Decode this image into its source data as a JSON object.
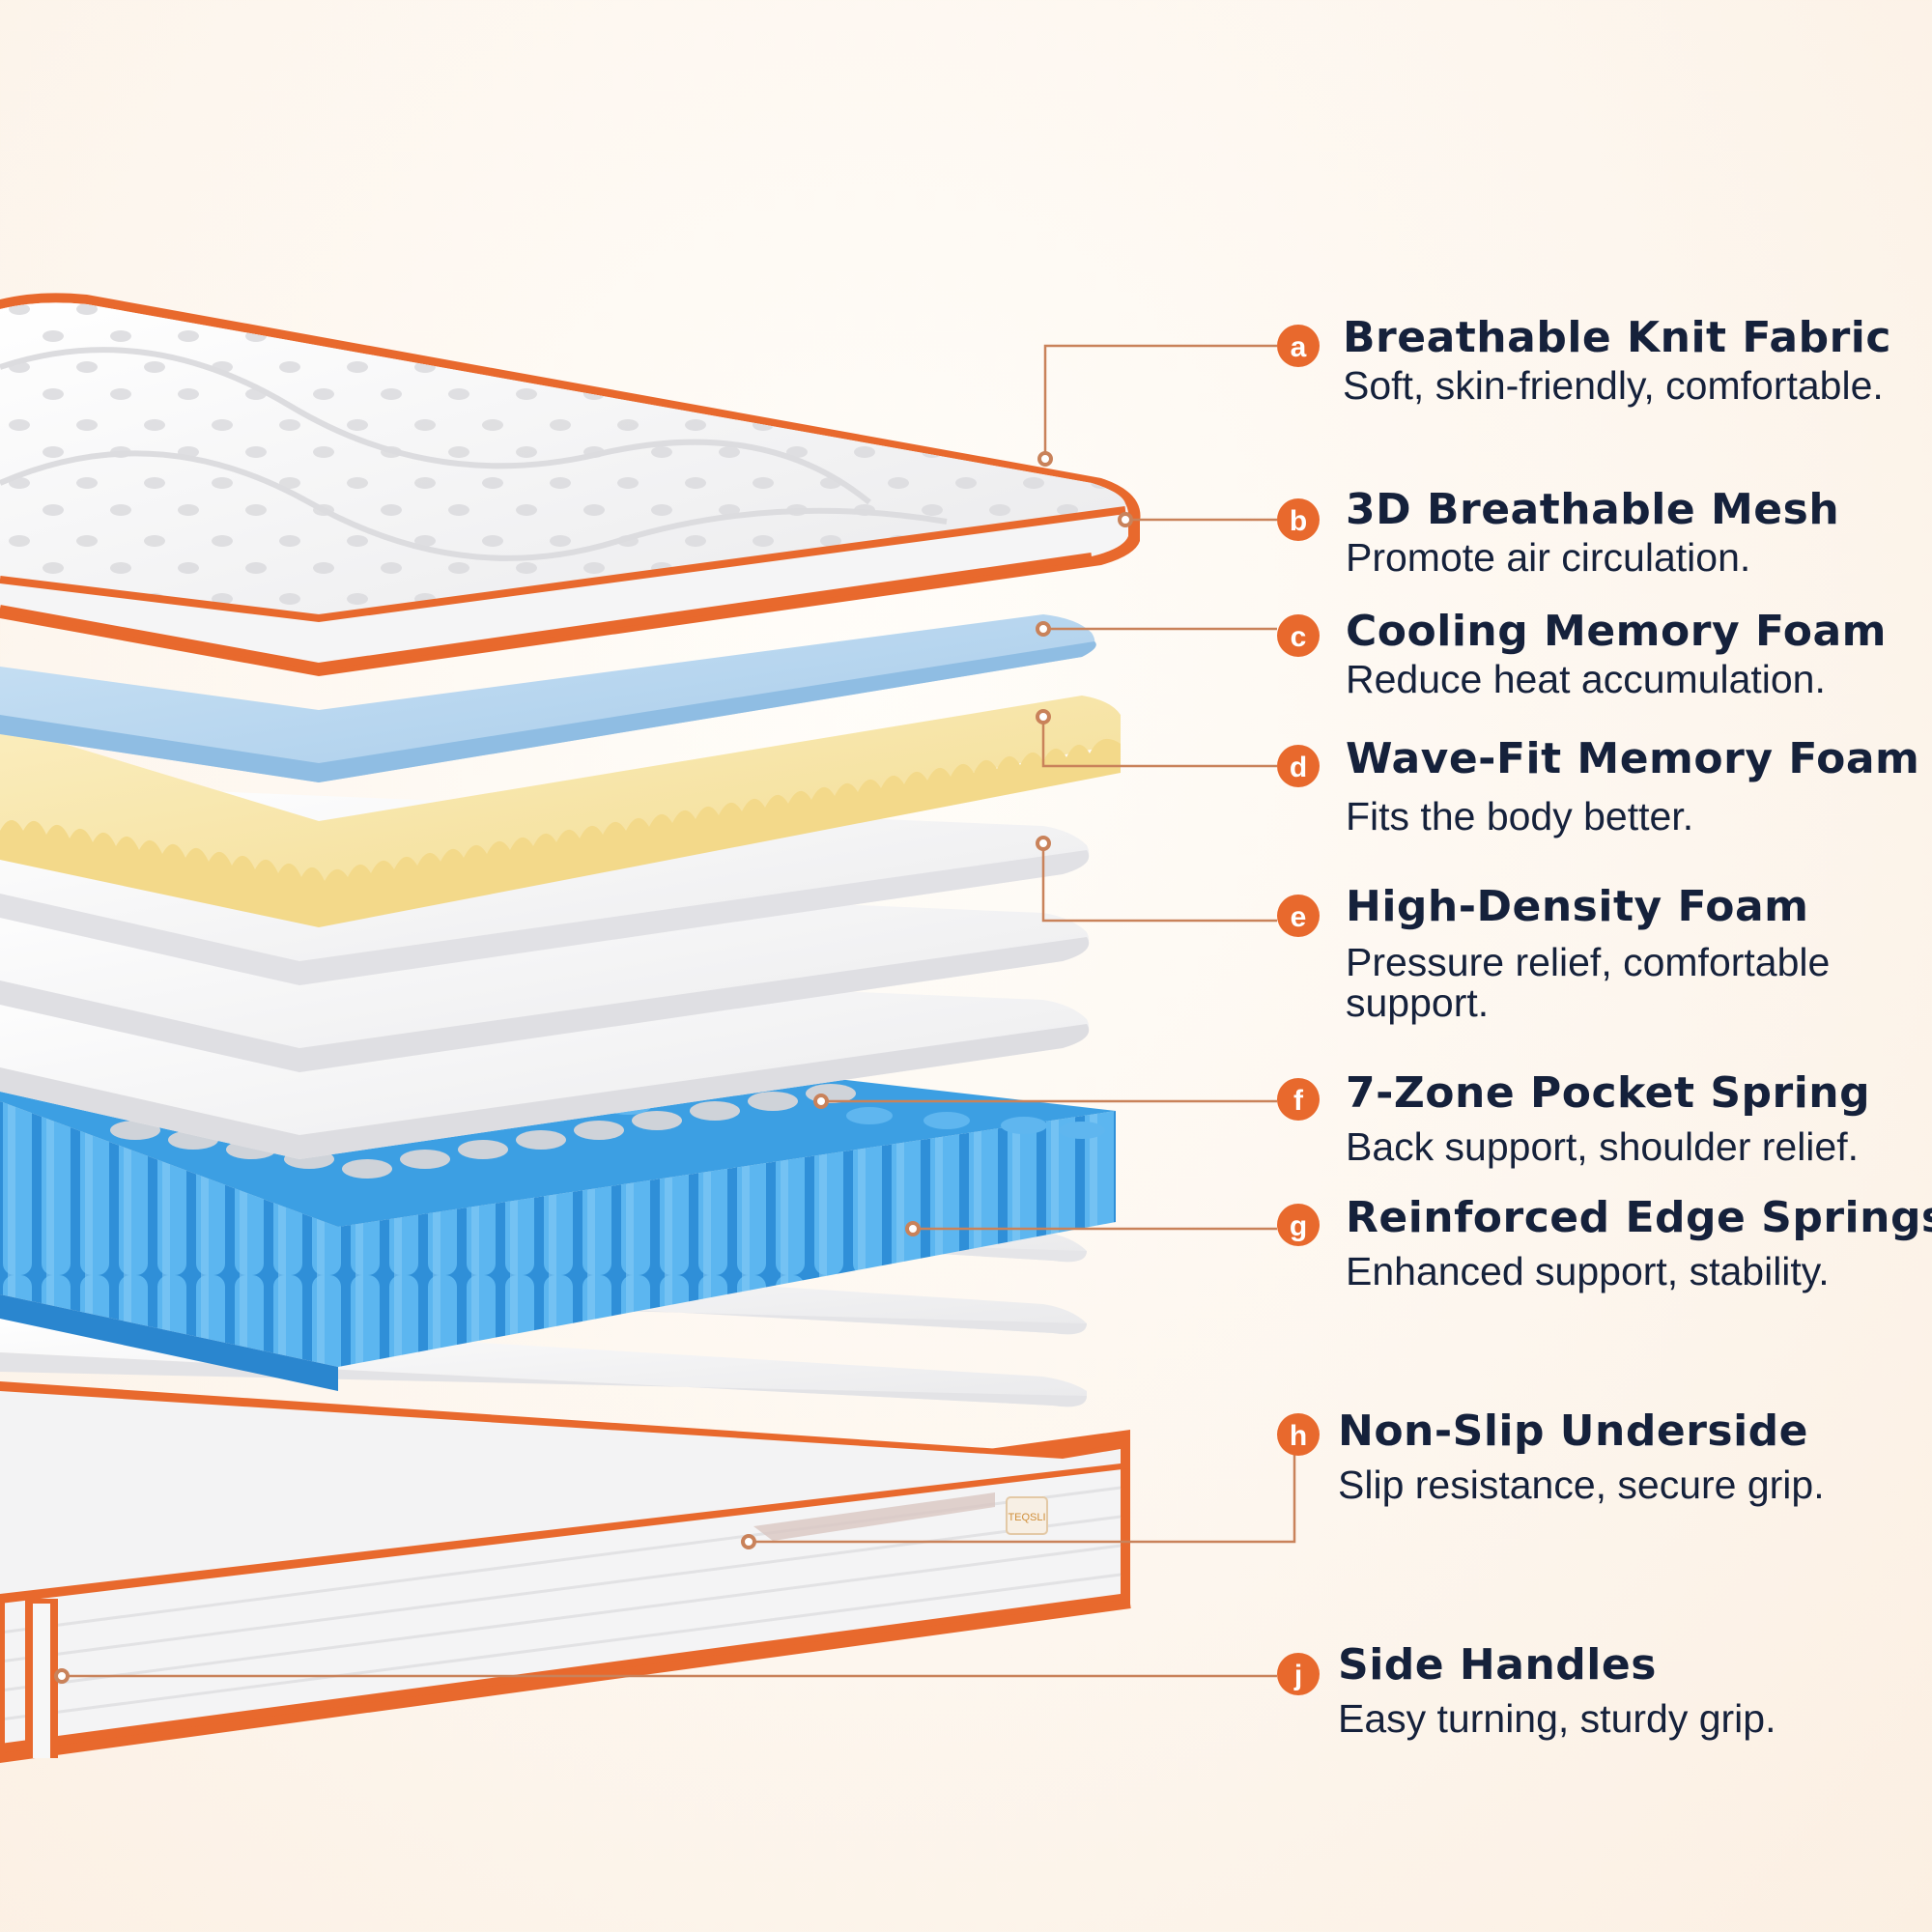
{
  "colors": {
    "accent": "#e8692d",
    "text": "#15213b",
    "cooling_foam": "#b3d4ee",
    "wave_foam": "#f8e6a6",
    "spring": "#3d9ee2",
    "fabric": "#f7f7f7"
  },
  "brand": "TEQSLI",
  "layers": [
    {
      "badge": "a",
      "title": "Breathable Knit Fabric",
      "desc": "Soft, skin-friendly, comfortable."
    },
    {
      "badge": "b",
      "title": "3D Breathable Mesh",
      "desc": "Promote air circulation."
    },
    {
      "badge": "c",
      "title": "Cooling Memory Foam",
      "desc": "Reduce heat accumulation."
    },
    {
      "badge": "d",
      "title": "Wave-Fit Memory Foam",
      "desc": "Fits the body better."
    },
    {
      "badge": "e",
      "title": "High-Density Foam",
      "desc": "Pressure relief, comfortable support."
    },
    {
      "badge": "f",
      "title": "7-Zone Pocket Spring",
      "desc": "Back support, shoulder relief."
    },
    {
      "badge": "g",
      "title": "Reinforced Edge Springs",
      "desc": "Enhanced support, stability."
    },
    {
      "badge": "h",
      "title": "Non-Slip Underside",
      "desc": "Slip resistance, secure grip."
    },
    {
      "badge": "j",
      "title": "Side Handles",
      "desc": "Easy turning, sturdy grip."
    }
  ]
}
